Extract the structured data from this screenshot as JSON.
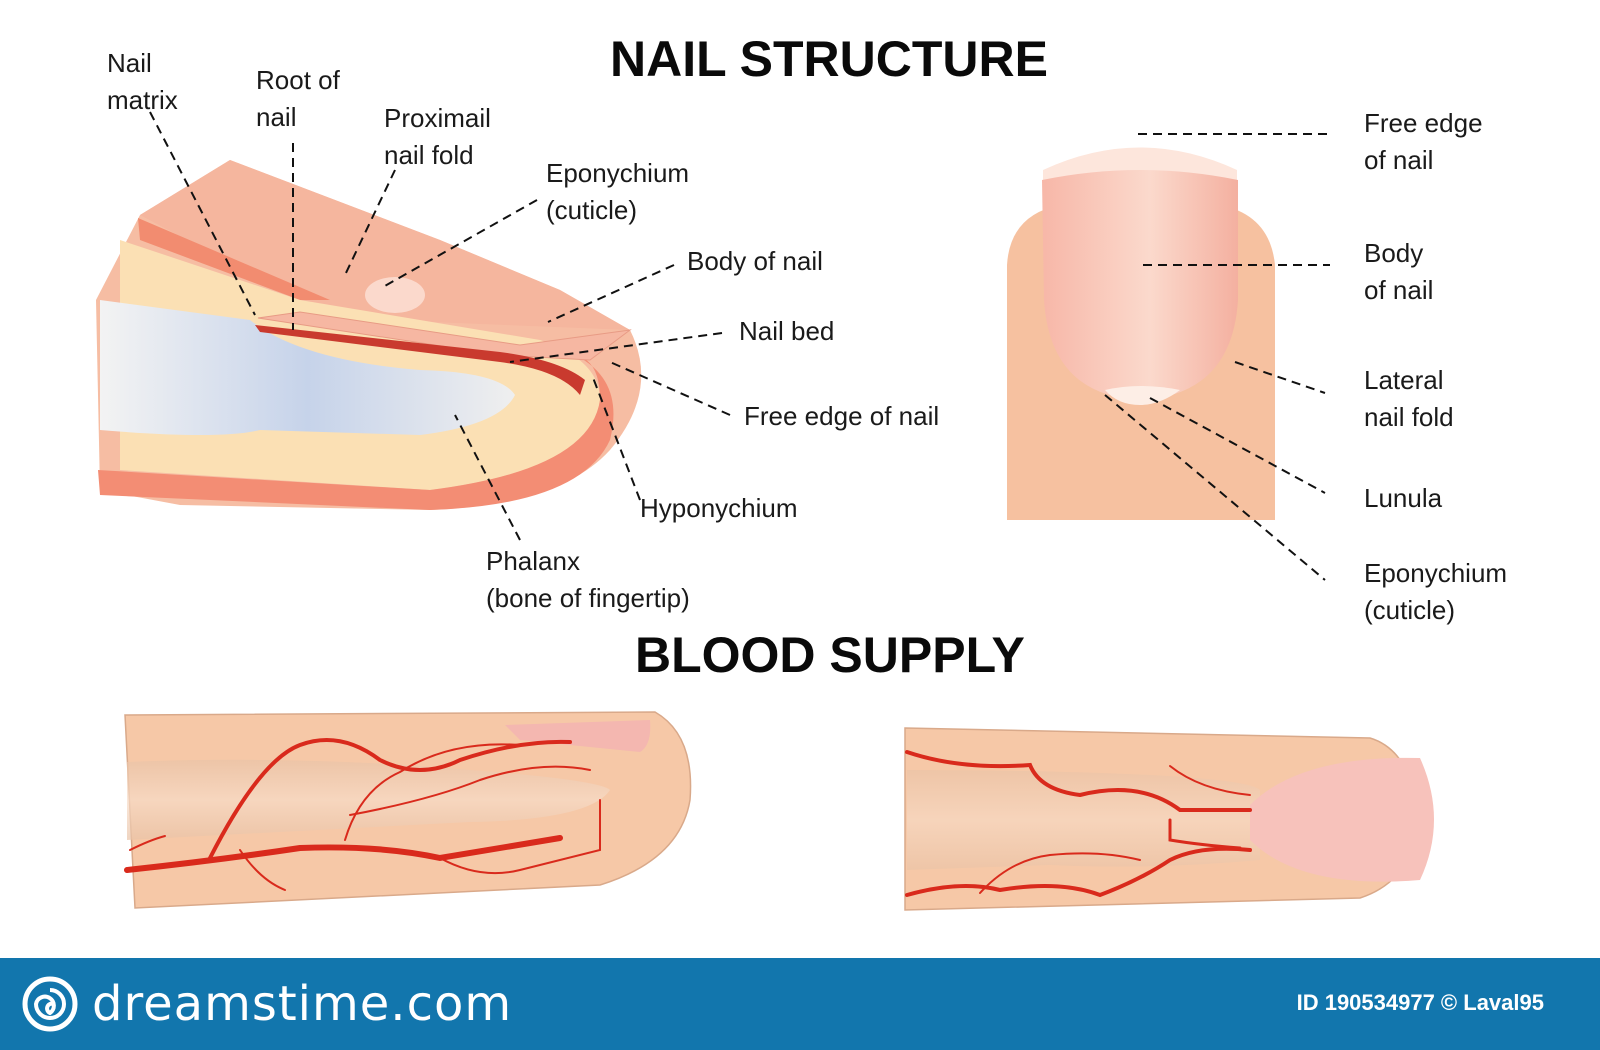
{
  "titles": {
    "nail_structure": "NAIL STRUCTURE",
    "blood_supply": "BLOOD SUPPLY"
  },
  "side_view_labels": {
    "nail_matrix": "Nail\nmatrix",
    "root_of_nail": "Root of\nnail",
    "proximal_nail_fold": "Proximail\nnail fold",
    "eponychium": "Eponychium\n(cuticle)",
    "body_of_nail": "Body of nail",
    "nail_bed": "Nail bed",
    "free_edge": "Free edge of nail",
    "hyponychium": "Hyponychium",
    "phalanx": "Phalanx\n(bone of fingertip)"
  },
  "top_view_labels": {
    "free_edge": "Free edge\nof nail",
    "body_of_nail": "Body\nof nail",
    "lateral_nail_fold": "Lateral\nnail fold",
    "lunula": "Lunula",
    "eponychium": "Eponychium\n(cuticle)"
  },
  "colors": {
    "skin": "#f6c7a5",
    "skin_dark": "#f2ad8c",
    "nail": "#f5b8a6",
    "nail_bed": "#c93a2e",
    "fat": "#fbe1b5",
    "fat_lobule": "#e0c08e",
    "bone": "#efefee",
    "joint": "#b9c9e4",
    "vessel": "#d92a1c",
    "footer": "#1276ad"
  },
  "footer": {
    "brand": "dreamstime.com",
    "credit": "ID 190534977 © Laval95"
  }
}
